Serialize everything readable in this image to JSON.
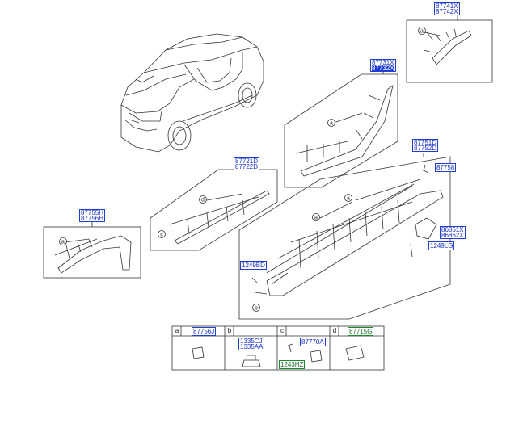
{
  "labels": {
    "p87741": [
      "87741X",
      "87742X"
    ],
    "p87731": [
      "87731X",
      "87732X"
    ],
    "p87751": [
      "87751D",
      "87752D"
    ],
    "p87758": "87758",
    "p87721": [
      "87721D",
      "87722D"
    ],
    "p87755": [
      "87755H",
      "87756H"
    ],
    "p86861": [
      "86861X",
      "86862X"
    ],
    "p1249lg": "1249LG",
    "p1249bd": "1249BD"
  },
  "callouts": [
    "a",
    "a",
    "a",
    "a",
    "a",
    "b",
    "c",
    "d"
  ],
  "legend": {
    "cells": [
      {
        "key": "a",
        "parts": [
          "87756J"
        ]
      },
      {
        "key": "b",
        "parts": [
          "1335CJ",
          "1335AA"
        ]
      },
      {
        "key": "c",
        "parts": [
          "87770A",
          "1243HZ"
        ]
      },
      {
        "key": "d",
        "parts": [
          "87715G"
        ]
      }
    ]
  },
  "colors": {
    "label_border": "#1f3fd0",
    "label_text": "#1530c8",
    "highlight": "#1d3bd8",
    "green": "#1c8a2c",
    "line": "#333333"
  }
}
